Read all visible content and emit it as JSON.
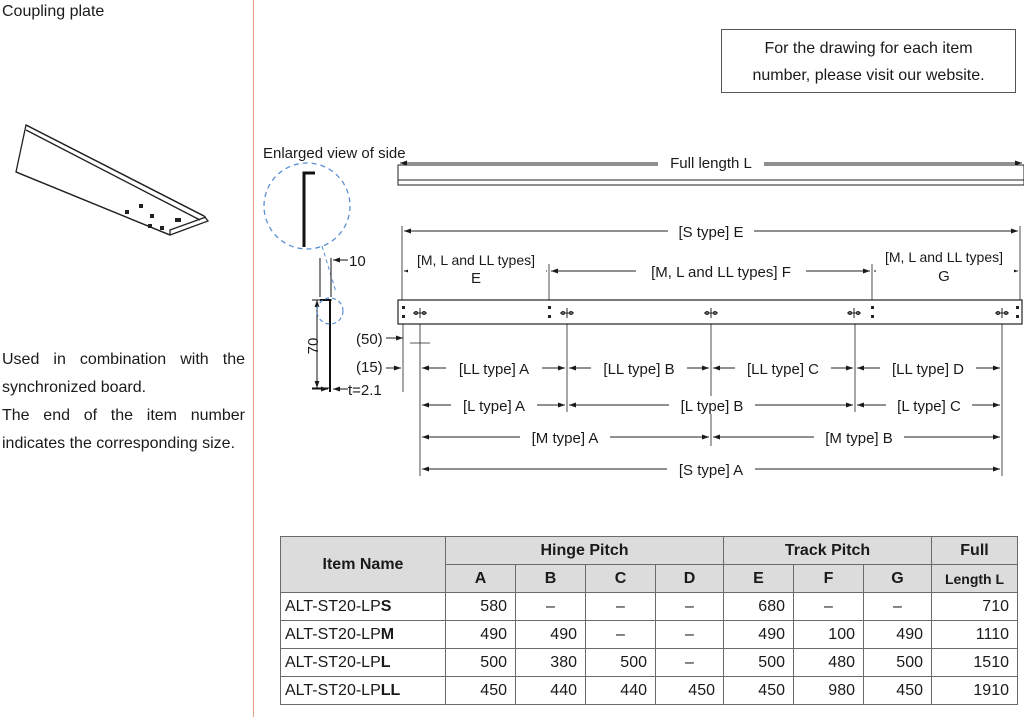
{
  "title": "Coupling plate",
  "description": {
    "line1": "Used in combination with the synchronized board.",
    "line2": "The end of the item number indicates the corresponding size."
  },
  "note": {
    "line1": "For the drawing for each item",
    "line2": "number, please visit our website."
  },
  "diagram": {
    "enlarged_label": "Enlarged view of side",
    "full_length": "Full length L",
    "s_type_e": "[S type] E",
    "mll_e_top": "[M, L and LL types]",
    "mll_e_letter": "E",
    "mll_f": "[M, L and LL types] F",
    "mll_g_top": "[M, L and LL types]",
    "mll_g_letter": "G",
    "dim_10": "10",
    "dim_70": "70",
    "dim_50": "(50)",
    "dim_15": "(15)",
    "dim_t": "t=2.1",
    "ll_a": "[LL type] A",
    "ll_b": "[LL type] B",
    "ll_c": "[LL type] C",
    "ll_d": "[LL type] D",
    "l_a": "[L type] A",
    "l_b": "[L type] B",
    "l_c": "[L type] C",
    "m_a": "[M type] A",
    "m_b": "[M type] B",
    "s_a": "[S type] A"
  },
  "table": {
    "headers": {
      "item_name": "Item Name",
      "hinge_pitch": "Hinge Pitch",
      "track_pitch": "Track Pitch",
      "full": "Full",
      "length_l": "Length L",
      "cols": [
        "A",
        "B",
        "C",
        "D",
        "E",
        "F",
        "G"
      ]
    },
    "rows": [
      {
        "prefix": "ALT-ST20-LP",
        "suffix": "S",
        "values": [
          "580",
          "–",
          "–",
          "–",
          "680",
          "–",
          "–",
          "710"
        ]
      },
      {
        "prefix": "ALT-ST20-LP",
        "suffix": "M",
        "values": [
          "490",
          "490",
          "–",
          "–",
          "490",
          "100",
          "490",
          "1110"
        ]
      },
      {
        "prefix": "ALT-ST20-LP",
        "suffix": "L",
        "values": [
          "500",
          "380",
          "500",
          "–",
          "500",
          "480",
          "500",
          "1510"
        ]
      },
      {
        "prefix": "ALT-ST20-LP",
        "suffix": "LL",
        "values": [
          "450",
          "440",
          "440",
          "450",
          "450",
          "980",
          "450",
          "1910"
        ]
      }
    ]
  }
}
